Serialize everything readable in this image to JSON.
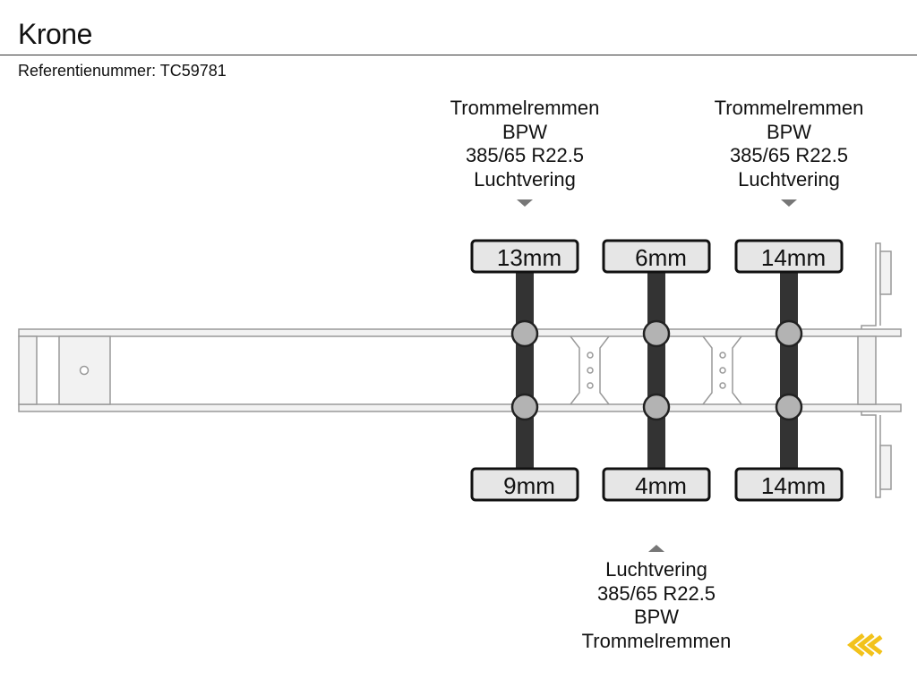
{
  "header": {
    "brand": "Krone",
    "reference": "Referentienummer: TC59781"
  },
  "axles": [
    {
      "top_spec": [
        "Trommelremmen",
        "BPW",
        "385/65 R22.5",
        "Luchtvering"
      ],
      "top_tread": "13mm",
      "bottom_tread": "9mm"
    },
    {
      "bottom_spec": [
        "Luchtvering",
        "385/65 R22.5",
        "BPW",
        "Trommelremmen"
      ],
      "top_tread": "6mm",
      "bottom_tread": "4mm"
    },
    {
      "top_spec": [
        "Trommelremmen",
        "BPW",
        "385/65 R22.5",
        "Luchtvering"
      ],
      "top_tread": "14mm",
      "bottom_tread": "14mm"
    }
  ],
  "colors": {
    "frame_stroke": "#999999",
    "frame_fill": "#f2f2f2",
    "axle": "#333333",
    "hub": "#b3b3b3",
    "tire_fill": "#e6e6e6",
    "logo": "#f2c21b"
  },
  "logo": {
    "icon": "double-chevron-left-icon"
  }
}
